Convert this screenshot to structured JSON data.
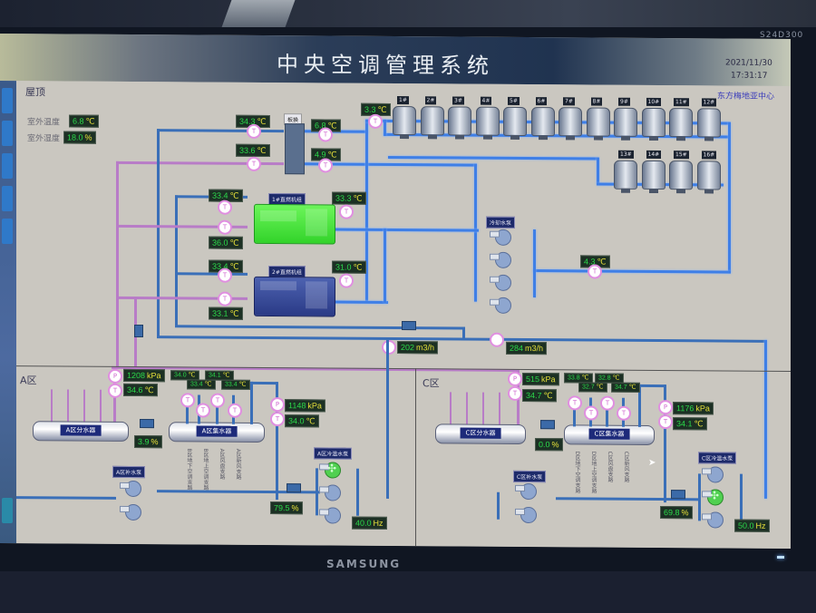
{
  "monitor": {
    "model": "S24D300",
    "brand": "SAMSUNG"
  },
  "header": {
    "title": "中央空调管理系统",
    "date": "2021/11/30",
    "time": "17:31:17",
    "organization": "东方梅地亚中心"
  },
  "roof": {
    "label": "屋顶",
    "outdoor_temp_label": "室外温度",
    "outdoor_temp": "6.8",
    "outdoor_humidity_label": "室外湿度",
    "outdoor_humidity": "18.0",
    "unit_c": "℃",
    "unit_pct": "%"
  },
  "heat_exchanger": {
    "label": "板换",
    "left_top": "34.3",
    "left_bottom": "33.6",
    "right_top": "6.8",
    "right_bottom": "4.9"
  },
  "cooling_tower_supply_temp": "3.3",
  "cooling_towers": [
    "1#",
    "2#",
    "3#",
    "4#",
    "5#",
    "6#",
    "7#",
    "8#",
    "9#",
    "10#",
    "11#",
    "12#",
    "13#",
    "14#",
    "15#",
    "16#"
  ],
  "chillers": [
    {
      "label": "1#直燃机组",
      "in_temp": "33.4",
      "out_temp": "36.0",
      "right_temp": "33.3",
      "status": "running"
    },
    {
      "label": "2#直燃机组",
      "in_temp": "33.4",
      "out_temp": "33.1",
      "right_temp": "31.0",
      "status": "stopped"
    }
  ],
  "cooling_pumps": {
    "label": "冷却水泵",
    "return_temp": "4.3"
  },
  "flows": {
    "a": "202",
    "c": "284",
    "unit": "m3/h"
  },
  "zone_a": {
    "label": "A区",
    "supply_pressure": "1208",
    "supply_temp": "34.6",
    "return_pressure": "1148",
    "return_temp": "34.0",
    "bypass_valve": "3.9",
    "distributor": "A区分水器",
    "collector": "A区集水器",
    "branch_temps_top": [
      "34.0",
      "34.1"
    ],
    "branch_temps_bottom": [
      "33.4",
      "33.4"
    ],
    "branches": [
      "B区地下空调支路",
      "B区地上空调支路",
      "A区风盘支路",
      "A区新风支路"
    ],
    "makeup_pump": "A区补水泵",
    "circ_pump": "A区冷温水泵",
    "circ_valve": "79.5",
    "frequency": "40.0",
    "unit_kpa": "kPa",
    "unit_hz": "Hz"
  },
  "zone_c": {
    "label": "C区",
    "supply_pressure": "515",
    "supply_temp": "34.7",
    "return_pressure": "1176",
    "return_temp": "34.1",
    "bypass_valve": "0.0",
    "distributor": "C区分水器",
    "collector": "C区集水器",
    "branch_temps_top": [
      "33.8",
      "32.8"
    ],
    "branch_temps_bottom": [
      "32.7",
      "34.7"
    ],
    "branches": [
      "D区地下空调支路",
      "D区地上空调支路",
      "C区风盘支路",
      "C区新风支路"
    ],
    "makeup_pump": "C区补水泵",
    "circ_pump": "C区冷温水泵",
    "circ_valve": "69.8",
    "frequency": "50.0"
  },
  "sensor_glyphs": {
    "temp": "T",
    "pressure": "P"
  }
}
